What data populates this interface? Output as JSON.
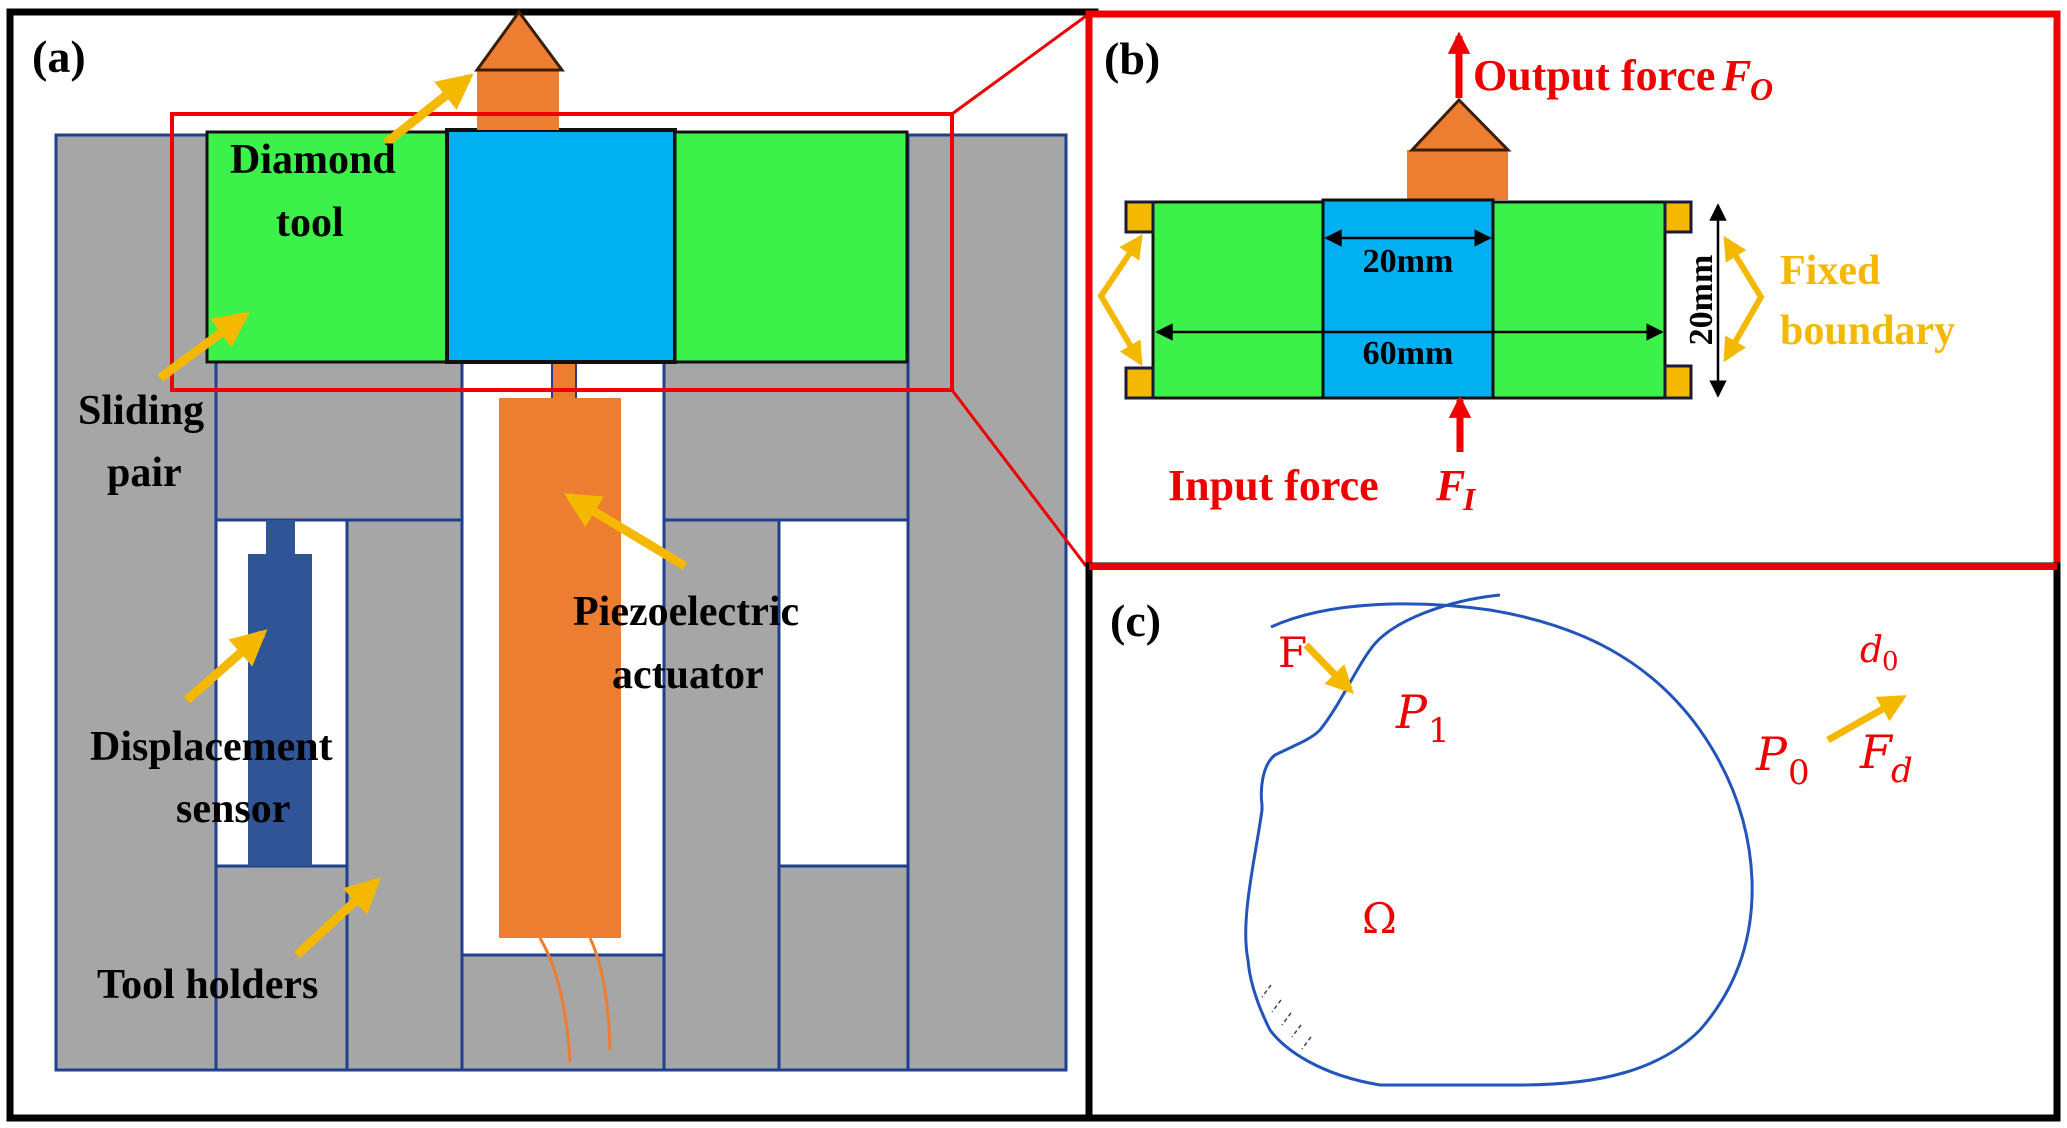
{
  "figure": {
    "panels": {
      "a": {
        "tag": "(a)"
      },
      "b": {
        "tag": "(b)"
      },
      "c": {
        "tag": "(c)"
      }
    },
    "colors": {
      "holder_gray": "#a6a6a6",
      "holder_edge": "#1f3f8f",
      "flexure_green": "#3cf24a",
      "stage_blue": "#00b0f0",
      "actuator_orange": "#ed7d31",
      "sensor_blue": "#2f5597",
      "pointer_gold": "#f5b800",
      "highlight_red": "#ee0000",
      "boundary_blue": "#2255bb"
    },
    "panel_a": {
      "labels": {
        "diamond_tool_line1": "Diamond",
        "diamond_tool_line2": "tool",
        "sliding_pair_line1": "Sliding",
        "sliding_pair_line2": "pair",
        "piezo_line1": "Piezoelectric",
        "piezo_line2": "actuator",
        "sensor_line1": "Displacement",
        "sensor_line2": "sensor",
        "tool_holders": "Tool holders"
      }
    },
    "panel_b": {
      "output_force_label": "Output force",
      "output_force_symbol": "F",
      "output_force_subscript": "O",
      "input_force_label": "Input force",
      "input_force_symbol": "F",
      "input_force_subscript": "I",
      "dimension_center_width": "20mm",
      "dimension_total_width": "60mm",
      "dimension_height": "20mm",
      "fixed_boundary_line1": "Fixed",
      "fixed_boundary_line2": "boundary"
    },
    "panel_c": {
      "force_label": "F",
      "point1_symbol": "P",
      "point1_subscript": "1",
      "point0_symbol": "P",
      "point0_subscript": "0",
      "direction_symbol": "d",
      "direction_subscript": "0",
      "desired_force_symbol": "F",
      "desired_force_subscript": "d",
      "domain_symbol": "Ω"
    }
  }
}
